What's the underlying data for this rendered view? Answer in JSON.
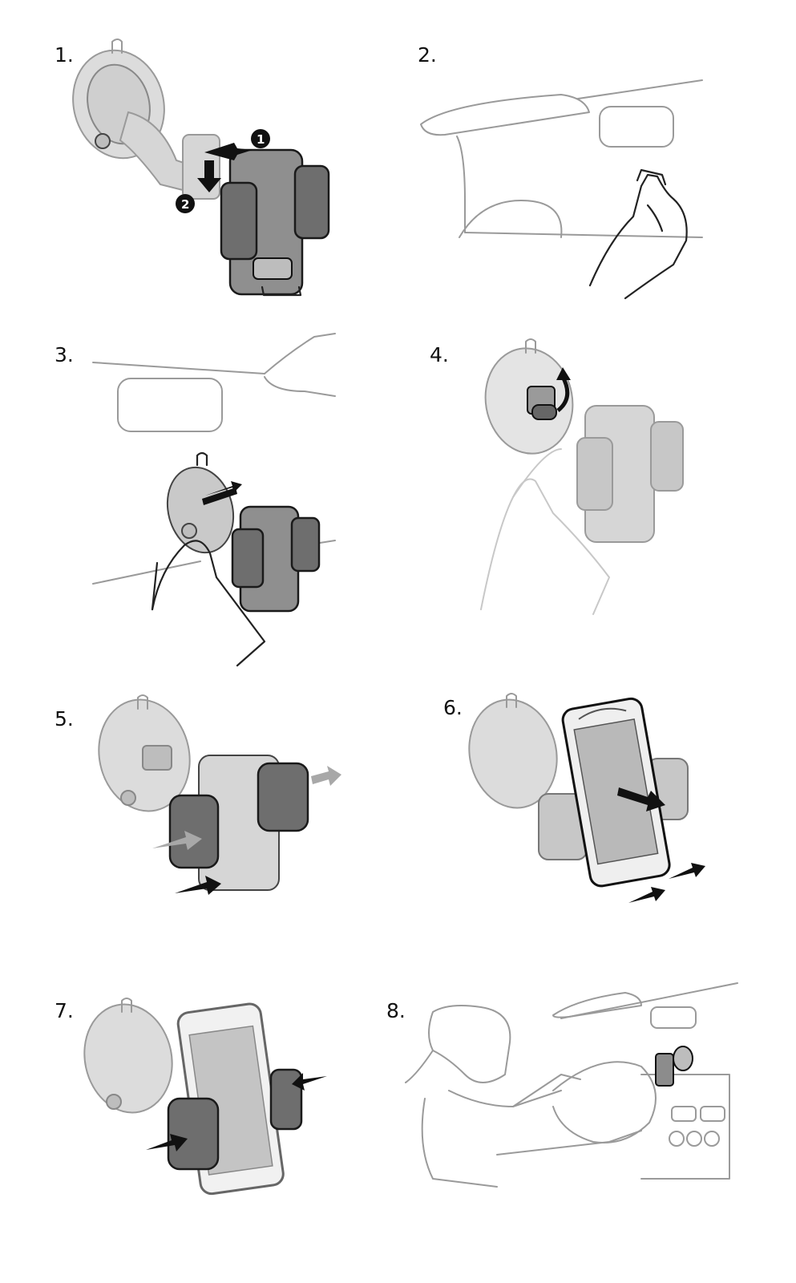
{
  "steps": [
    {
      "label": "1.",
      "badges": [
        "1",
        "2"
      ]
    },
    {
      "label": "2."
    },
    {
      "label": "3."
    },
    {
      "label": "4."
    },
    {
      "label": "5."
    },
    {
      "label": "6."
    },
    {
      "label": "7."
    },
    {
      "label": "8."
    }
  ]
}
